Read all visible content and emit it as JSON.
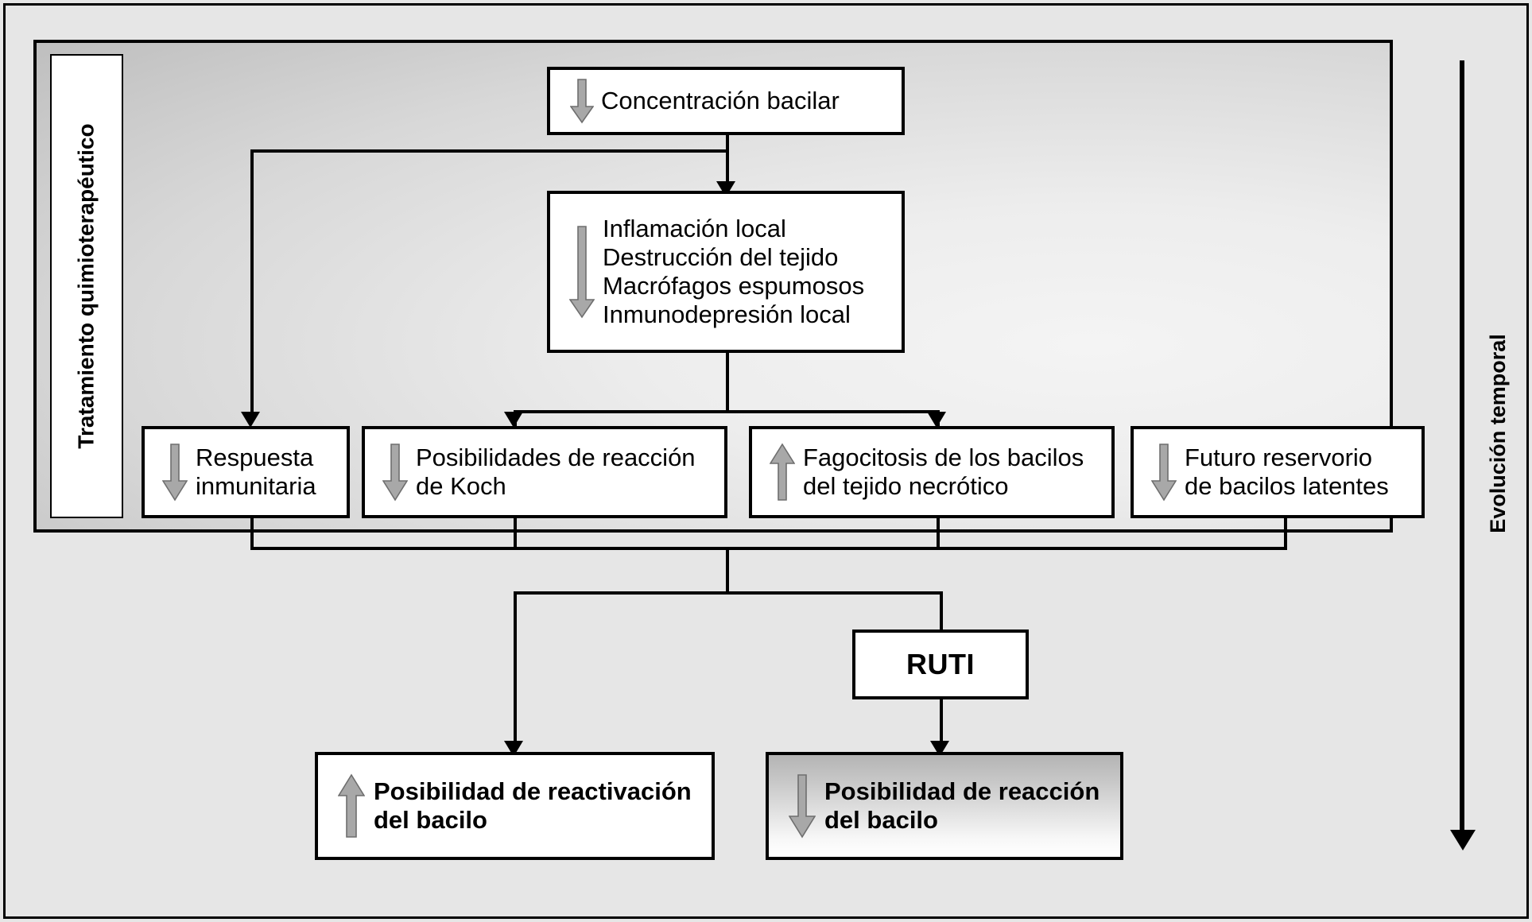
{
  "figure": {
    "side_label_left": "Tratamiento quimioterapéutico",
    "side_label_right": "Evolución temporal"
  },
  "nodes": {
    "concentracion": {
      "label": "Concentración bacilar",
      "arrow": "down-arrow-icon"
    },
    "inflamacion": {
      "label": "Inflamación local\nDestrucción del tejido\nMacrófagos espumosos\nInmunodepresión local",
      "arrow": "down-arrow-icon"
    },
    "respuesta": {
      "label": "Respuesta\ninmunitaria",
      "arrow": "down-arrow-icon"
    },
    "koch": {
      "label": "Posibilidades de reacción\nde Koch",
      "arrow": "down-arrow-icon"
    },
    "fagocitosis": {
      "label": "Fagocitosis de los bacilos\ndel tejido necrótico",
      "arrow": "up-arrow-icon"
    },
    "reservorio": {
      "label": "Futuro reservorio\nde bacilos latentes",
      "arrow": "down-arrow-icon"
    },
    "ruti": {
      "label": "RUTI"
    },
    "reactivacion": {
      "label": "Posibilidad de reactivación\ndel bacilo",
      "arrow": "up-arrow-icon"
    },
    "reaccion": {
      "label": "Posibilidad de reacción\ndel bacilo",
      "arrow": "down-arrow-icon"
    }
  },
  "colors": {
    "page_background": "#e6e6e6",
    "box_fill": "#ffffff",
    "line": "#000000",
    "glyph_fill": "#a8a8a8",
    "glyph_stroke": "#6e6e6e",
    "panel_light": "#f4f4f4",
    "panel_dark": "#b0b0b0"
  }
}
